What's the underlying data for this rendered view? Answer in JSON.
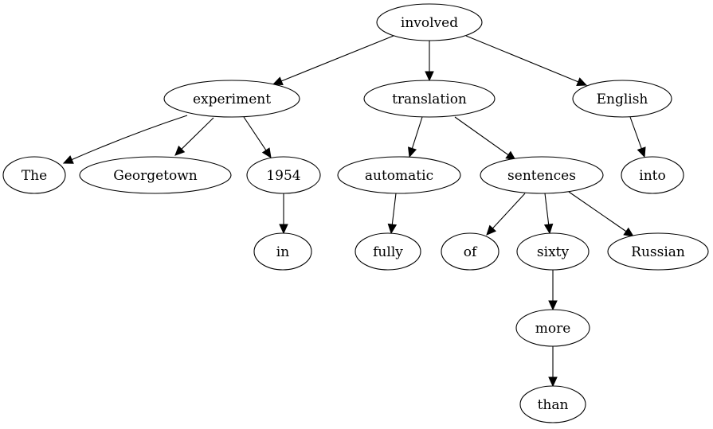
{
  "tree": {
    "root": "involved",
    "nodes": [
      {
        "id": "involved",
        "label": "involved"
      },
      {
        "id": "experiment",
        "label": "experiment"
      },
      {
        "id": "translation",
        "label": "translation"
      },
      {
        "id": "English",
        "label": "English"
      },
      {
        "id": "The",
        "label": "The"
      },
      {
        "id": "Georgetown",
        "label": "Georgetown"
      },
      {
        "id": "1954",
        "label": "1954"
      },
      {
        "id": "automatic",
        "label": "automatic"
      },
      {
        "id": "sentences",
        "label": "sentences"
      },
      {
        "id": "into",
        "label": "into"
      },
      {
        "id": "in",
        "label": "in"
      },
      {
        "id": "fully",
        "label": "fully"
      },
      {
        "id": "of",
        "label": "of"
      },
      {
        "id": "sixty",
        "label": "sixty"
      },
      {
        "id": "Russian",
        "label": "Russian"
      },
      {
        "id": "more",
        "label": "more"
      },
      {
        "id": "than",
        "label": "than"
      }
    ],
    "edges": [
      {
        "from": "involved",
        "to": "experiment"
      },
      {
        "from": "involved",
        "to": "translation"
      },
      {
        "from": "involved",
        "to": "English"
      },
      {
        "from": "experiment",
        "to": "The"
      },
      {
        "from": "experiment",
        "to": "Georgetown"
      },
      {
        "from": "experiment",
        "to": "1954"
      },
      {
        "from": "1954",
        "to": "in"
      },
      {
        "from": "translation",
        "to": "automatic"
      },
      {
        "from": "translation",
        "to": "sentences"
      },
      {
        "from": "automatic",
        "to": "fully"
      },
      {
        "from": "sentences",
        "to": "of"
      },
      {
        "from": "sentences",
        "to": "sixty"
      },
      {
        "from": "sentences",
        "to": "Russian"
      },
      {
        "from": "sixty",
        "to": "more"
      },
      {
        "from": "more",
        "to": "than"
      },
      {
        "from": "English",
        "to": "into"
      }
    ],
    "colors": {
      "stroke": "#000000",
      "fill": "#ffffff",
      "background": "#ffffff"
    }
  }
}
